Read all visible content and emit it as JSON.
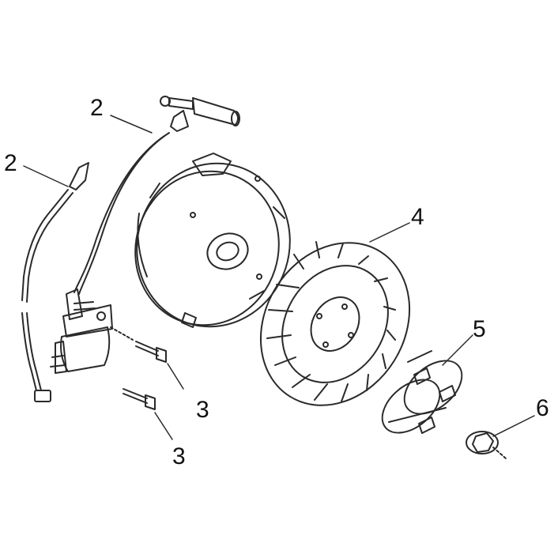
{
  "diagram": {
    "callouts": [
      {
        "id": "c2a",
        "text": "2"
      },
      {
        "id": "c2b",
        "text": "2"
      },
      {
        "id": "c3a",
        "text": "3"
      },
      {
        "id": "c3b",
        "text": "3"
      },
      {
        "id": "c4",
        "text": "4"
      },
      {
        "id": "c5",
        "text": "5"
      },
      {
        "id": "c6",
        "text": "6"
      }
    ],
    "colors": {
      "line": "#2a2a2a",
      "background": "#ffffff"
    }
  }
}
